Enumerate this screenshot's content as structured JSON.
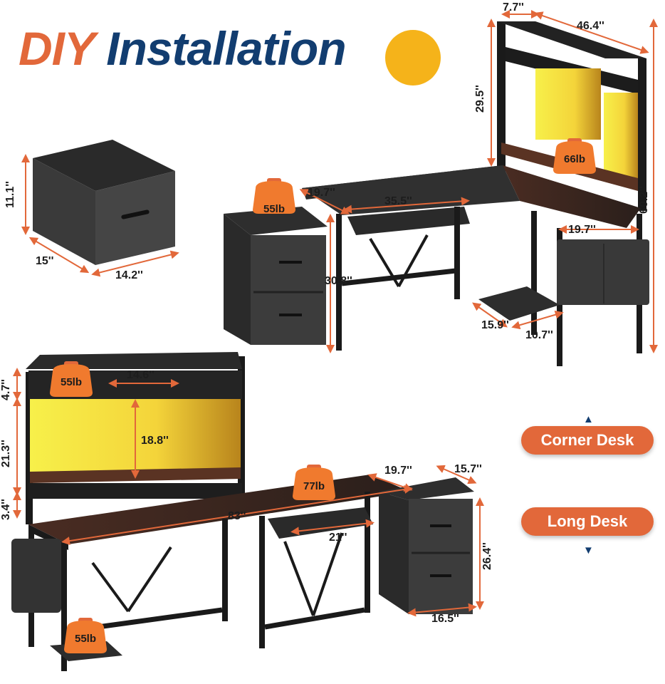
{
  "title": {
    "word1": "DIY",
    "word2_main": "Installatio",
    "word2_last": "n"
  },
  "colors": {
    "accent_orange": "#e2683a",
    "title_navy": "#123d70",
    "title_yellow": "#f5b31a",
    "desk_top": "#3a2a22",
    "frame": "#1a1a1a",
    "led_glow": "#f7f04a"
  },
  "modes": {
    "corner": "Corner Desk",
    "long": "Long Desk"
  },
  "bin": {
    "height": "11.1''",
    "depth": "15''",
    "width": "14.2''"
  },
  "corner_desk": {
    "hutch_depth": "7.7''",
    "hutch_width": "46.4''",
    "hutch_height": "29.5''",
    "total_height": "60.2''",
    "hutch_load": "66lb",
    "cabinet_load": "55lb",
    "left_depth": "19.7''",
    "keyboard_tray_width": "35.5''",
    "right_depth": "19.7''",
    "desk_height": "30.8''",
    "cpu_stand_depth": "15.9''",
    "cpu_stand_width": "10.7''"
  },
  "long_desk": {
    "top_shelf_height": "4.7''",
    "cubby_width": "14.6''",
    "hutch_open_height": "18.8''",
    "hutch_height": "21.3''",
    "riser_height": "3.4''",
    "total_length": "83''",
    "keyboard_tray_width": "21''",
    "desk_depth": "19.7''",
    "cabinet_depth": "15.7''",
    "cabinet_height": "26.4''",
    "cabinet_width": "16.5''",
    "shelf_load": "55lb",
    "desk_load": "77lb",
    "cpu_load": "55lb"
  }
}
